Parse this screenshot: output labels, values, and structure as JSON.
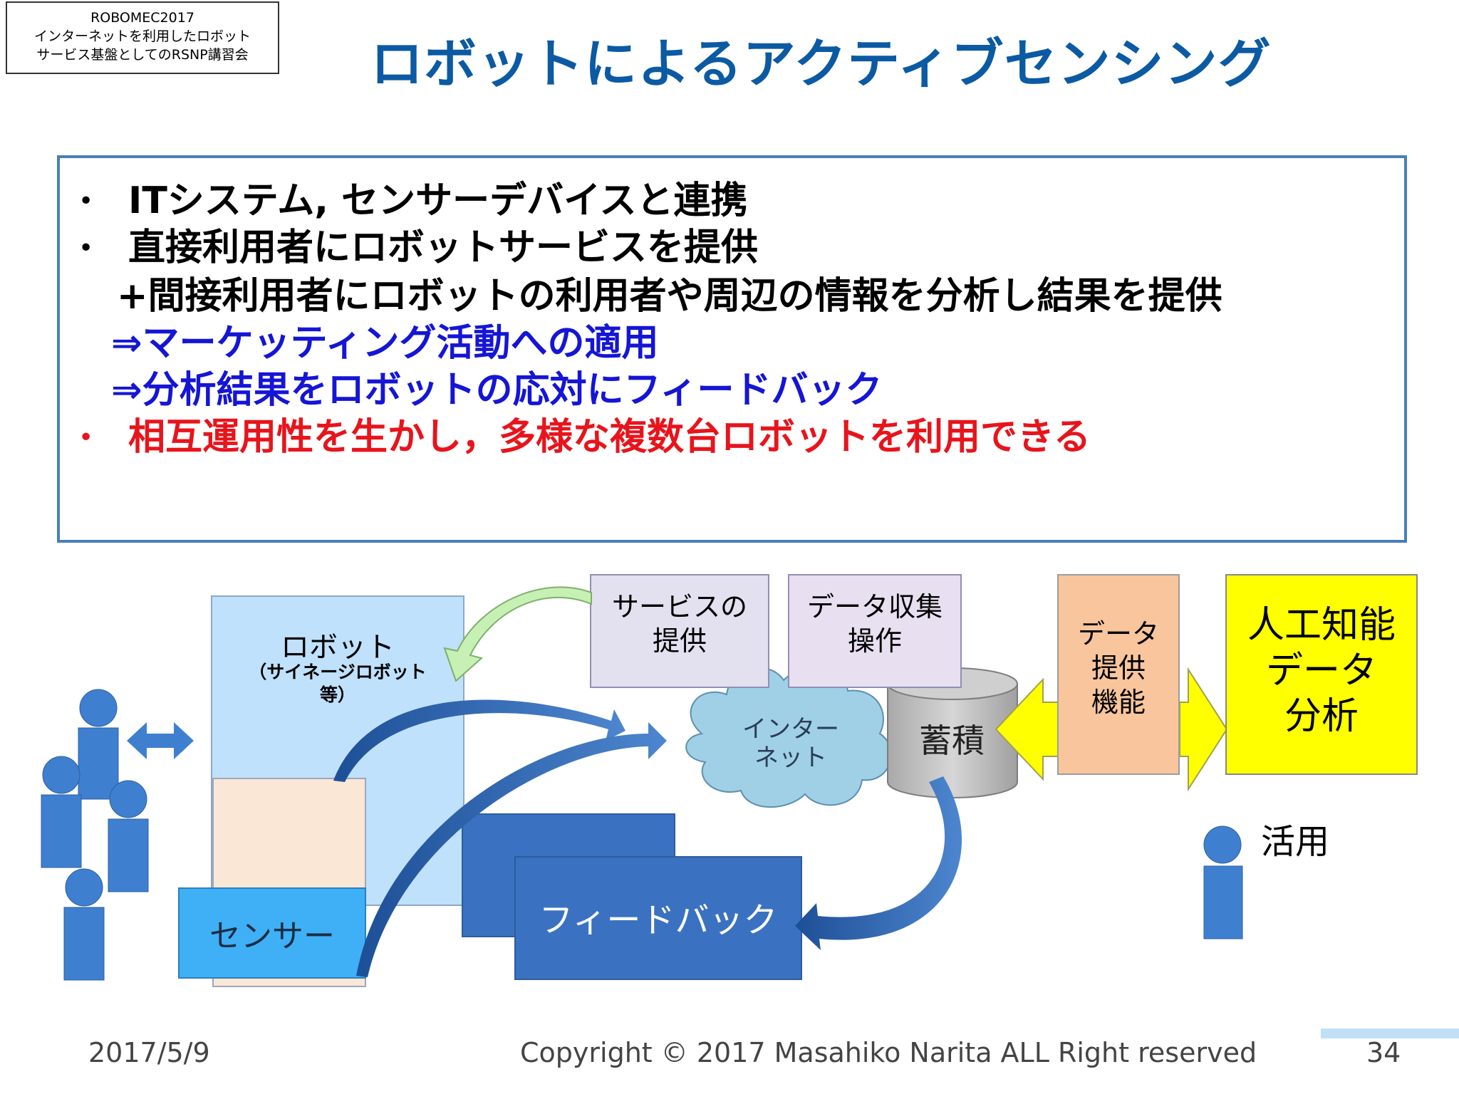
{
  "header_tag": {
    "line1": "ROBOMEC2017",
    "line2": "インターネットを利用したロボット",
    "line3": "サービス基盤としてのRSNP講習会"
  },
  "title": "ロボットによるアクティブセンシング",
  "bullets": {
    "b1": "ITシステム, センサーデバイスと連携",
    "b2": "直接利用者にロボットサービスを提供",
    "b2_sub1": "+間接利用者にロボットの利用者や周辺の情報を分析し結果を提供",
    "b2_sub2": "⇒マーケッティング活動への適用",
    "b2_sub3": "⇒分析結果をロボットの応対にフィードバック",
    "b3": "相互運用性を生かし，多様な複数台ロボットを利用できる",
    "bullet_mark": "•"
  },
  "diagram": {
    "robot": "ロボット",
    "robot_sub1": "（サイネージロボット",
    "robot_sub2": "等）",
    "sensor": "センサー",
    "feedback": "フィードバック",
    "service1": "サービスの",
    "service2": "提供",
    "collect1": "データ収集",
    "collect2": "操作",
    "internet1": "インター",
    "internet2": "ネット",
    "storage": "蓄積",
    "dataprov1": "データ",
    "dataprov2": "提供",
    "dataprov3": "機能",
    "ai1": "人工知能",
    "ai2": "データ",
    "ai3": "分析",
    "use": "活用"
  },
  "footer": {
    "date": "2017/5/9",
    "copyright": "Copyright © 2017 Masahiko Narita ALL Right reserved",
    "page": "34"
  },
  "colors": {
    "title": "#0b5aa3",
    "highlight_blue": "#1515d6",
    "highlight_red": "#e8141c",
    "person": "#3f7fcf",
    "ai_box": "#ffff00",
    "data_provision_box": "#f8c59c"
  }
}
